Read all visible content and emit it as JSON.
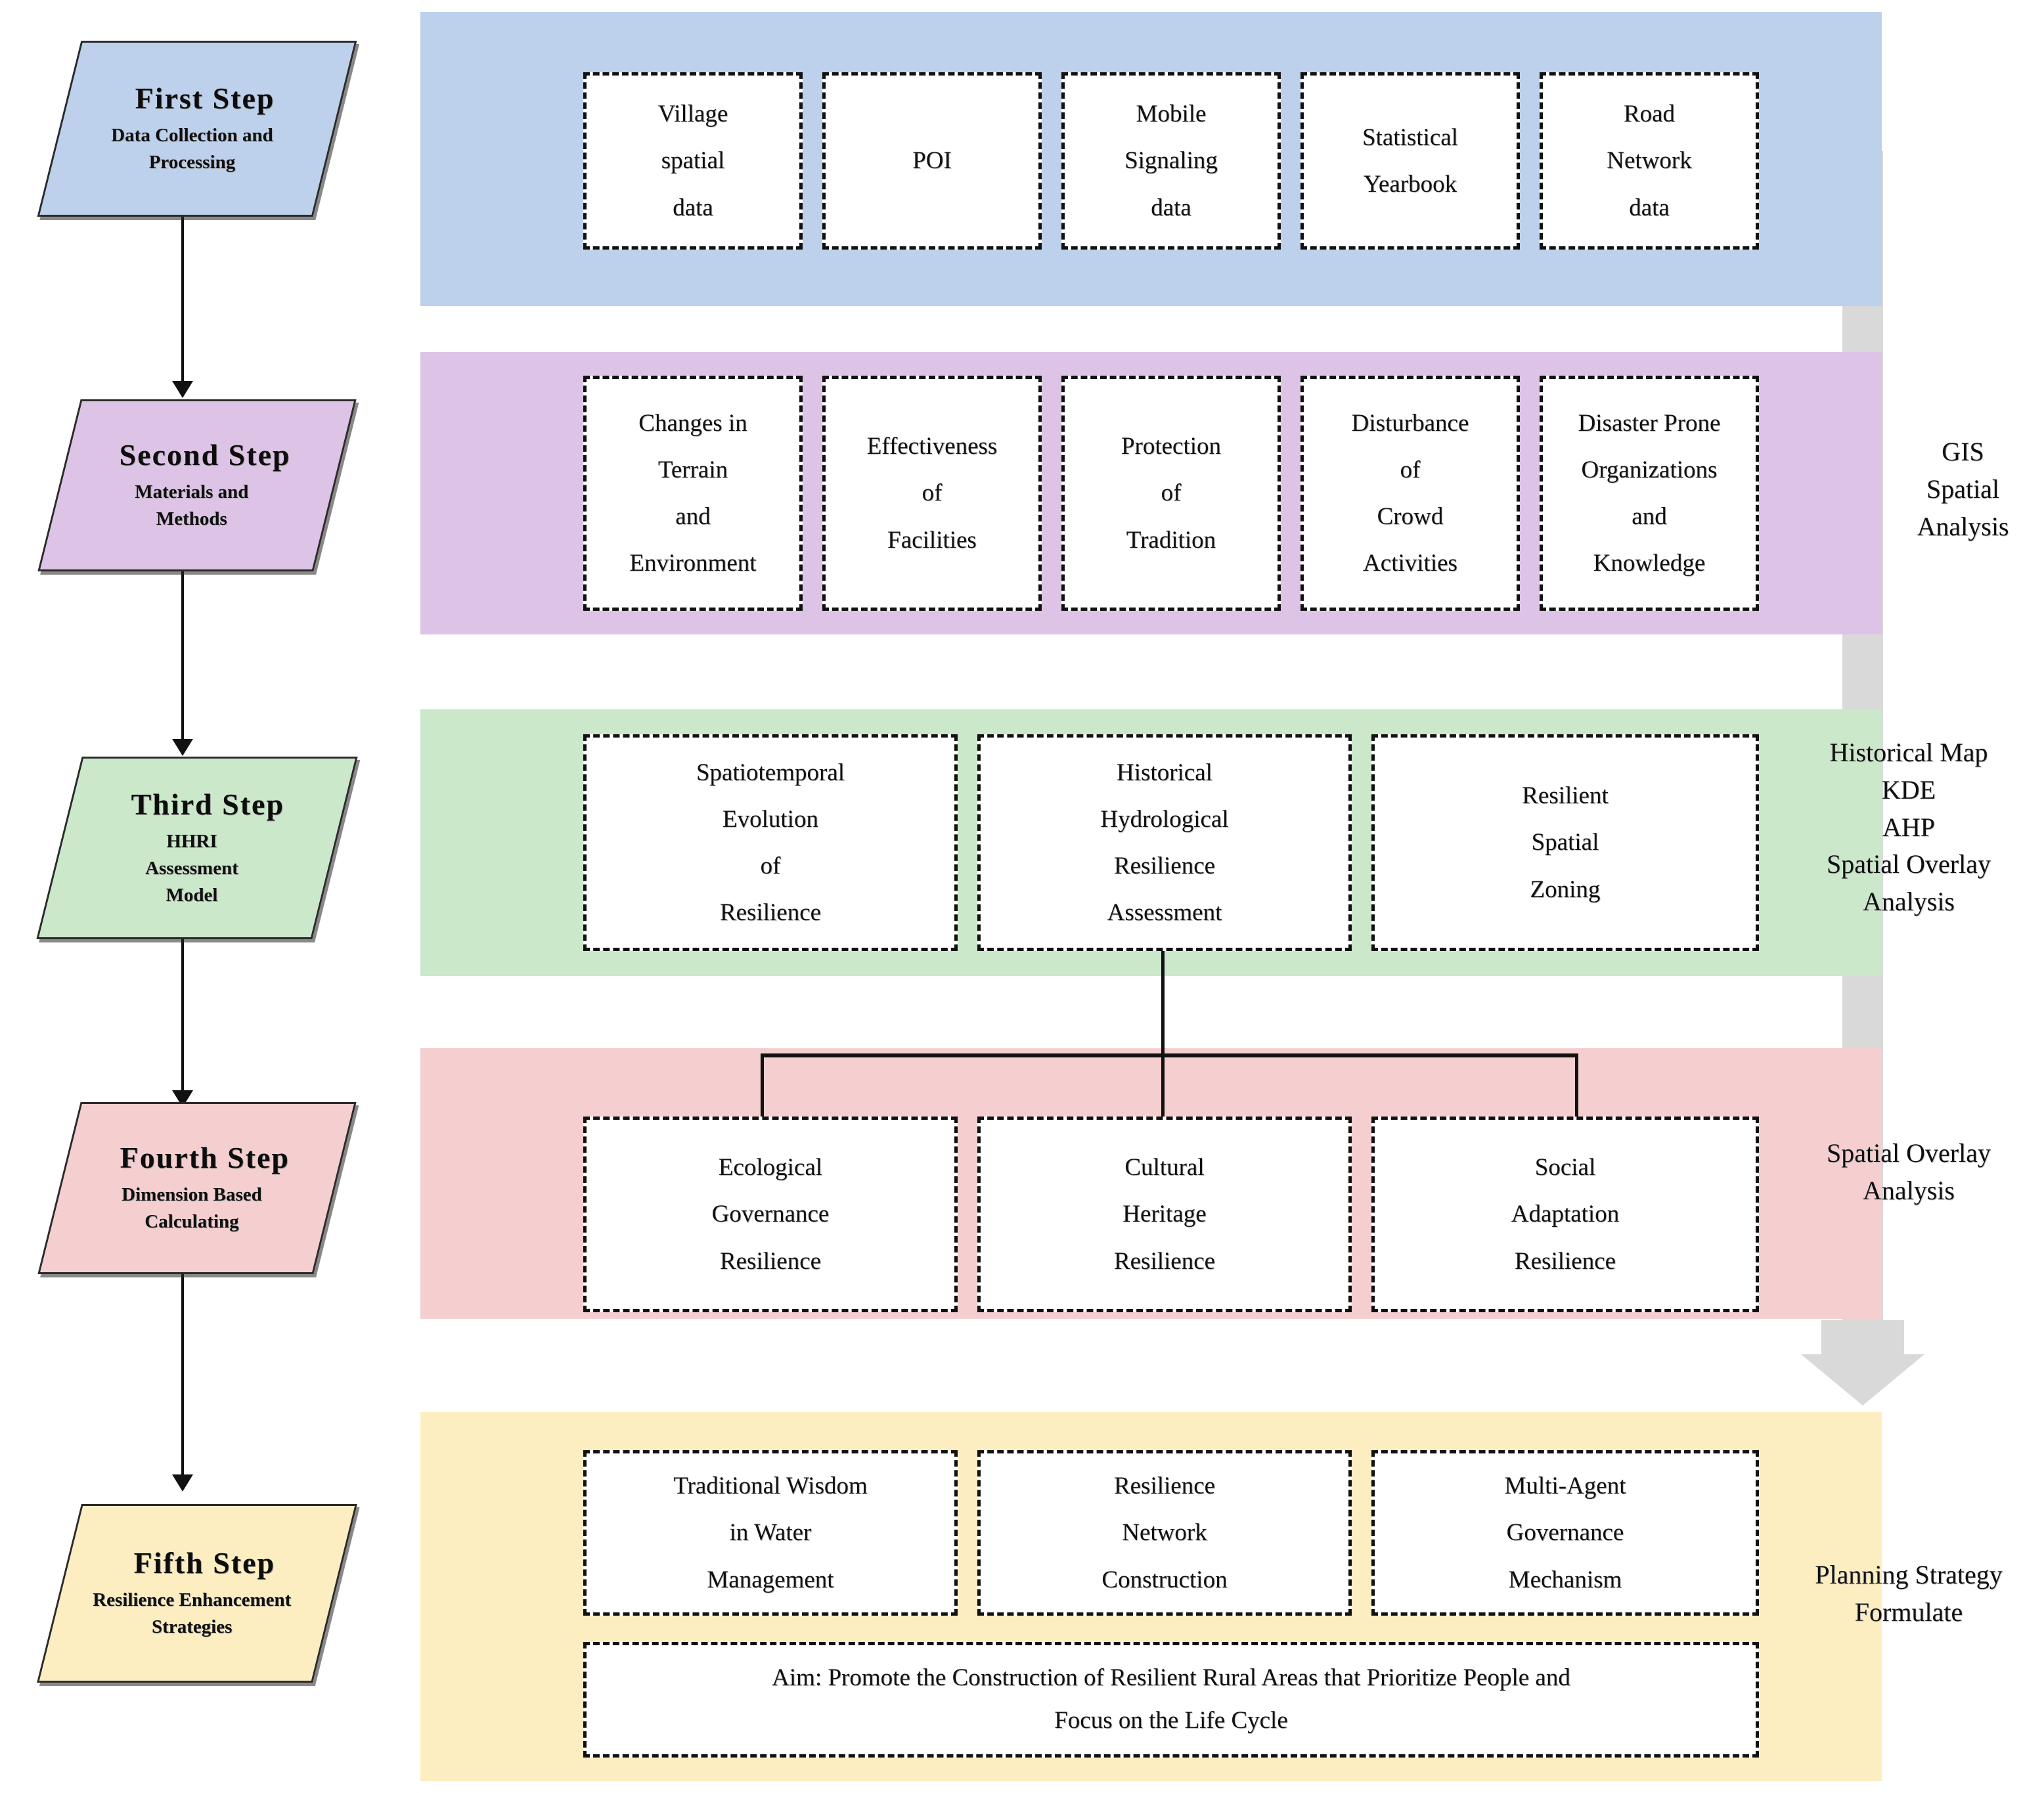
{
  "figure": {
    "type": "flowchart",
    "title": "Research Framework Flowchart"
  },
  "colors": {
    "band_blue": "#bdd1ec",
    "band_purple": "#ddc4e6",
    "band_green": "#cbe8ca",
    "band_pink": "#f5ced0",
    "band_yellow": "#fdeec2",
    "spine_grey": "#d9d9d9",
    "outline": "#111111"
  },
  "steps": [
    {
      "title": "First  Step",
      "subtitle": "Data Collection and\nProcessing"
    },
    {
      "title": "Second  Step",
      "subtitle": "Materials and\nMethods"
    },
    {
      "title": "Third  Step",
      "subtitle": "HHRI\nAssessment\nModel"
    },
    {
      "title": "Fourth  Step",
      "subtitle": "Dimension Based\nCalculating"
    },
    {
      "title": "Fifth  Step",
      "subtitle": "Resilience Enhancement\nStrategies"
    }
  ],
  "rows": [
    {
      "id": "row-1",
      "band_color": "#bdd1ec",
      "items": [
        "Village\nspatial\ndata",
        "POI",
        "Mobile\nSignaling\ndata",
        "Statistical\nYearbook",
        "Road\nNetwork\ndata"
      ],
      "method": ""
    },
    {
      "id": "row-2",
      "band_color": "#ddc4e6",
      "items": [
        "Changes in\nTerrain\nand\nEnvironment",
        "Effectiveness\nof\nFacilities",
        "Protection\nof\nTradition",
        "Disturbance\nof\nCrowd\nActivities",
        "Disaster Prone\nOrganizations\nand\nKnowledge"
      ],
      "method": "GIS\nSpatial\nAnalysis"
    },
    {
      "id": "row-3",
      "band_color": "#cbe8ca",
      "items": [
        "Spatiotemporal\nEvolution\nof\nResilience",
        "Historical\nHydrological\nResilience\nAssessment",
        "Resilient\nSpatial\nZoning"
      ],
      "method": "Historical Map\nKDE\nAHP\nSpatial Overlay\nAnalysis"
    },
    {
      "id": "row-4",
      "band_color": "#f5ced0",
      "items": [
        "Ecological\nGovernance\nResilience",
        "Cultural\nHeritage\nResilience",
        "Social\nAdaptation\nResilience"
      ],
      "method": "Spatial Overlay\nAnalysis"
    },
    {
      "id": "row-5",
      "band_color": "#fdeec2",
      "items": [
        "Traditional Wisdom\nin Water\nManagement",
        "Resilience\nNetwork\nConstruction",
        "Multi-Agent\nGovernance\nMechanism"
      ],
      "method": "Planning Strategy\nFormulate",
      "aim": "Aim: Promote the Construction of Resilient Rural Areas that Prioritize People and\nFocus on the Life Cycle"
    }
  ]
}
